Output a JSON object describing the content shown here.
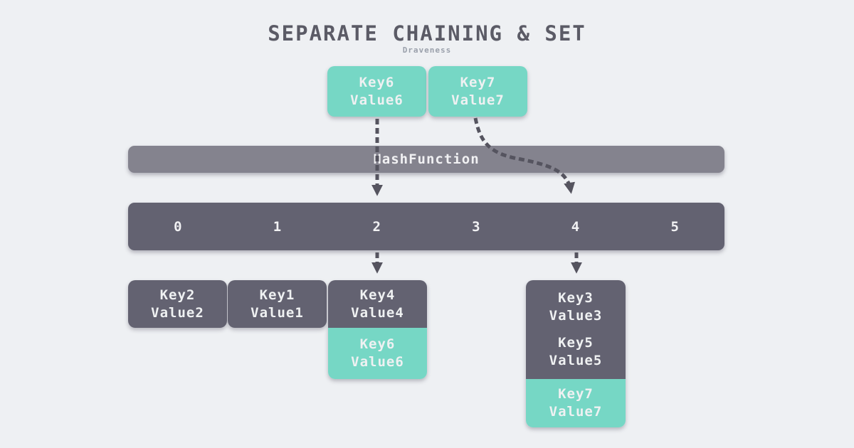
{
  "title": "SEPARATE CHAINING & SET",
  "subtitle": "Draveness",
  "incoming": [
    {
      "key": "Key6",
      "value": "Value6",
      "highlight": true
    },
    {
      "key": "Key7",
      "value": "Value7",
      "highlight": true
    }
  ],
  "hash_function_label": "HashFunction",
  "buckets": {
    "labels": [
      "0",
      "1",
      "2",
      "3",
      "4",
      "5"
    ]
  },
  "chains": [
    {
      "bucket": "0",
      "entries": [
        {
          "key": "Key2",
          "value": "Value2",
          "highlight": false
        }
      ]
    },
    {
      "bucket": "1",
      "entries": [
        {
          "key": "Key1",
          "value": "Value1",
          "highlight": false
        }
      ]
    },
    {
      "bucket": "2",
      "entries": [
        {
          "key": "Key4",
          "value": "Value4",
          "highlight": false
        },
        {
          "key": "Key6",
          "value": "Value6",
          "highlight": true
        }
      ]
    },
    {
      "bucket": "4",
      "entries": [
        {
          "key": "Key3",
          "value": "Value3",
          "highlight": false
        },
        {
          "key": "Key5",
          "value": "Value5",
          "highlight": false
        },
        {
          "key": "Key7",
          "value": "Value7",
          "highlight": true
        }
      ]
    }
  ],
  "colors": {
    "background": "#eef0f3",
    "highlight_teal": "#76d7c5",
    "bucket_dark": "#636271",
    "hash_bar_gray": "#84838e",
    "arrow_gray": "#55545f",
    "title_text": "#5b5b66",
    "subtitle_text": "#9aa0ab",
    "box_text": "#eff1f2"
  }
}
